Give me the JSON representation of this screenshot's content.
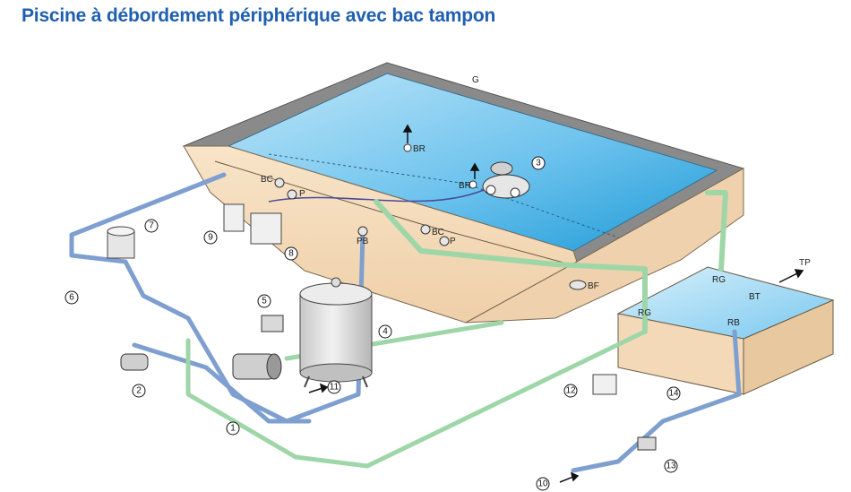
{
  "title": "Piscine à débordement périphérique avec bac tampon",
  "labels": {
    "G": "G",
    "BR1": "BR",
    "BR2": "BR",
    "BC1": "BC",
    "P1": "P",
    "BC2": "BC",
    "P2": "P",
    "PB": "PB",
    "BF": "BF",
    "RG1": "RG",
    "RG2": "RG",
    "BT": "BT",
    "RB": "RB",
    "TP": "TP"
  },
  "numbers": [
    "1",
    "2",
    "3",
    "4",
    "5",
    "6",
    "7",
    "8",
    "9",
    "10",
    "11",
    "12",
    "13",
    "14"
  ],
  "colors": {
    "title": "#1f5fb0",
    "water": "#6ec3ee",
    "water_deep": "#1d9ad6",
    "concrete": "#f3d9b8",
    "coping": "#8a8a8a",
    "pipe_blue": "#7e9fcf",
    "pipe_green": "#9ed6a8",
    "tank": "#dcdcdc"
  }
}
